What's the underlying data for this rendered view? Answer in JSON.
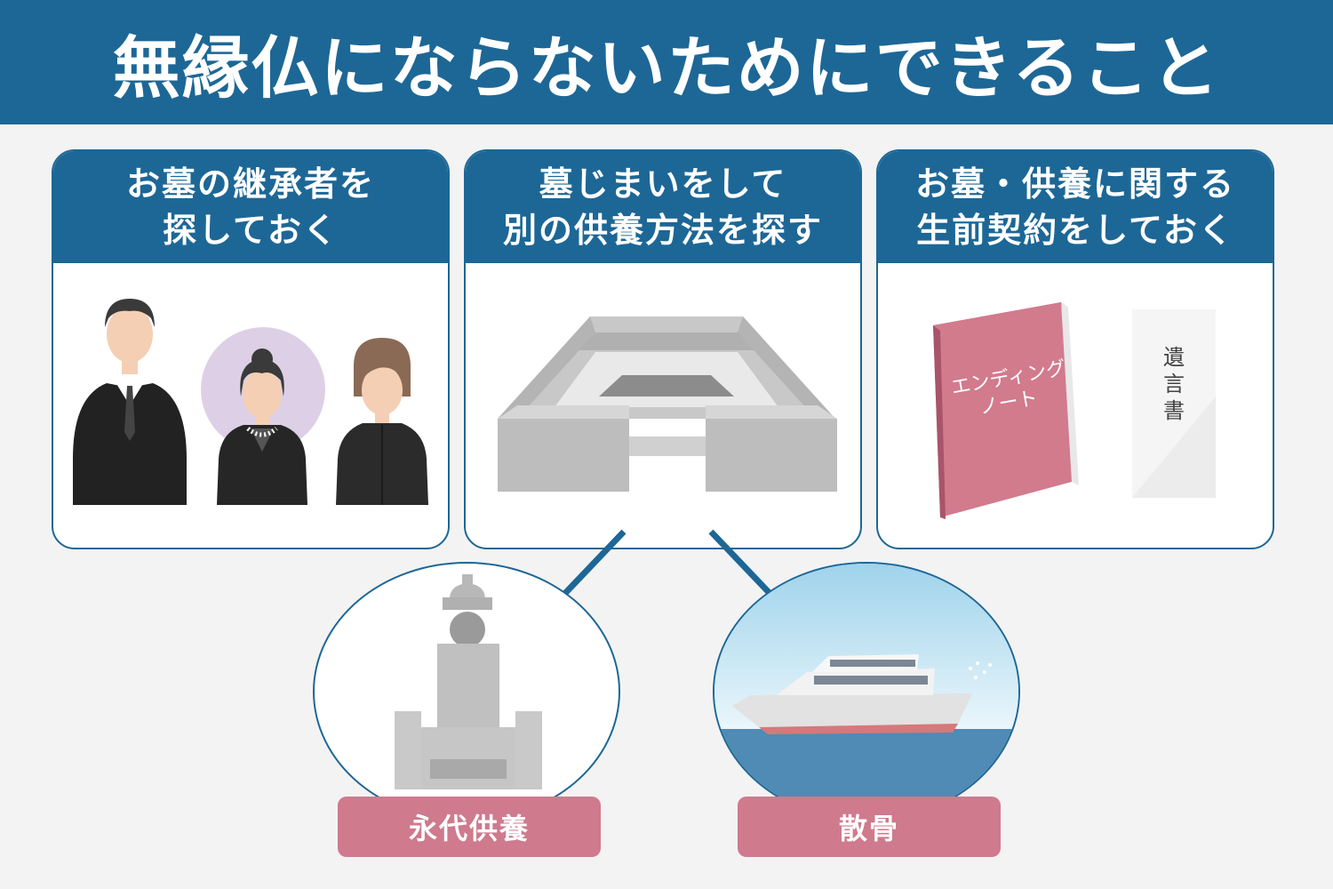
{
  "title": "無縁仏にならないためにできること",
  "cards": [
    {
      "line1": "お墓の継承者を",
      "line2": "探しておく"
    },
    {
      "line1": "墓じまいをして",
      "line2": "別の供養方法を探す"
    },
    {
      "line1": "お墓・供養に関する",
      "line2": "生前契約をしておく"
    }
  ],
  "book": {
    "line1": "エンディング",
    "line2": "ノート"
  },
  "envelope": {
    "text": "遺言書"
  },
  "options": [
    {
      "label": "永代供養"
    },
    {
      "label": "散骨"
    }
  ],
  "colors": {
    "primary": "#1d6796",
    "accent": "#cf7a8d",
    "background": "#f3f3f3"
  }
}
